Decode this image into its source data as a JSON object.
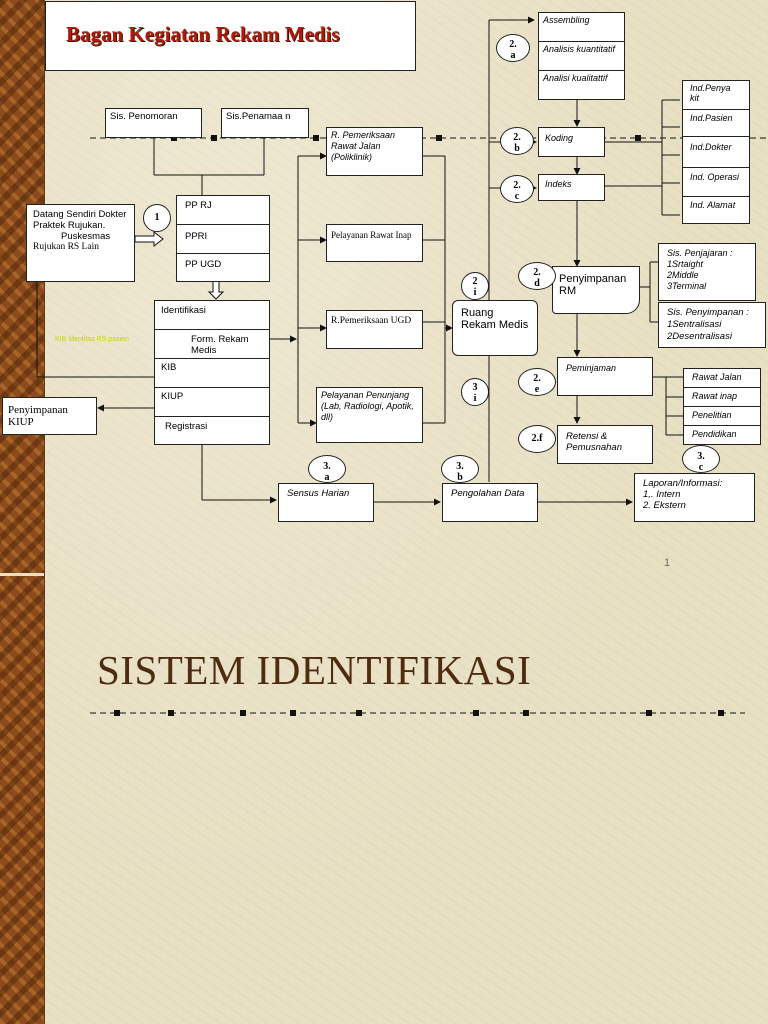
{
  "title": "Bagan Kegiatan Rekam Medis",
  "heading": "SISTEM IDENTIFIKASI",
  "page_number": "1",
  "faint_note": "KIB Identitas RS pasien",
  "boxes": {
    "sis_penomoran": "Sis. Penomoran",
    "sis_penamaan": "Sis.Penamaa n",
    "datang_sendiri": "Datang Sendiri Dokter Praktek Rujukan.",
    "puskesmas": "Puskesmas",
    "rujukan_rs": "Rujukan RS Lain",
    "pp_rj": "PP RJ",
    "ppri": "PPRI",
    "pp_ugd": "PP UGD",
    "identifikasi": "Identifikasi",
    "form_rekam_medis": "Form. Rekam Medis",
    "kib": "KIB",
    "kiup": "KIUP",
    "registrasi": "Registrasi",
    "penyimpanan_kiup": "Penyimpanan KIUP",
    "r_pemeriksaan_rj": "R. Pemeriksaan Rawat Jalan (Poliklinik)",
    "pelayanan_rawat_inap": "Pelayanan Rawat Inap",
    "r_pemeriksaan_ugd": "R.Pemeriksaan UGD",
    "pelayanan_penunjang": "Pelayanan Penunjang (Lab, Radiologi, Apotik, dll)",
    "ruang_rekam_medis": "Ruang Rekam Medis",
    "sensus_harian": "Sensus Harian",
    "pengolahan_data": "Pengolahan Data",
    "laporan_line1": "Laporan/Informasi:",
    "laporan_line2": "1,. Intern",
    "laporan_line3": "2. Ekstern",
    "assembling": "Assembling",
    "analisis_kuantitatif": "Analisis kuantitatif",
    "analisi_kualitatif": "Analisi kualitattif",
    "koding": "Koding",
    "indeks": "Indeks",
    "penyimpanan_rm": "Penyimpanan RM",
    "peminjaman": "Peminjaman",
    "retensi": "Retensi & Pemusnahan",
    "ind_penyakit": "Ind.Penya kit",
    "ind_pasien": "Ind.Pasien",
    "ind_dokter": "Ind.Dokter",
    "ind_operasi": "Ind. Operasi",
    "ind_alamat": "Ind. Alamat",
    "sis_penjajaran_title": "Sis. Penjajaran :",
    "sis_penjajaran_1": "1Srtaight",
    "sis_penjajaran_2": "2Middle",
    "sis_penjajaran_3": "3Terminal",
    "sis_penyimpanan_title": "Sis. Penyimpanan :",
    "sis_penyimpanan_1": "1Sentralisasi",
    "sis_penyimpanan_2": "2Desentralisasi",
    "rawat_jalan": "Rawat Jalan",
    "rawat_inap": "Rawat inap",
    "penelitian": "Penelitian",
    "pendidikan": "Pendidikan"
  },
  "circles": {
    "c1": "1",
    "c2a": "2.\na",
    "c2b": "2.\nb",
    "c2c": "2.\nc",
    "c2d": "2.\nd",
    "c2e": "2.\ne",
    "c2f": "2.f",
    "c2i": "2\ni",
    "c3i": "3\ni",
    "c3a": "3.\na",
    "c3b": "3.\nb",
    "c3c": "3.\nc"
  },
  "colors": {
    "title": "#b11a0b",
    "heading": "#4f2b10",
    "strip": "#8c4b1c",
    "background": "#e8e0c3"
  }
}
